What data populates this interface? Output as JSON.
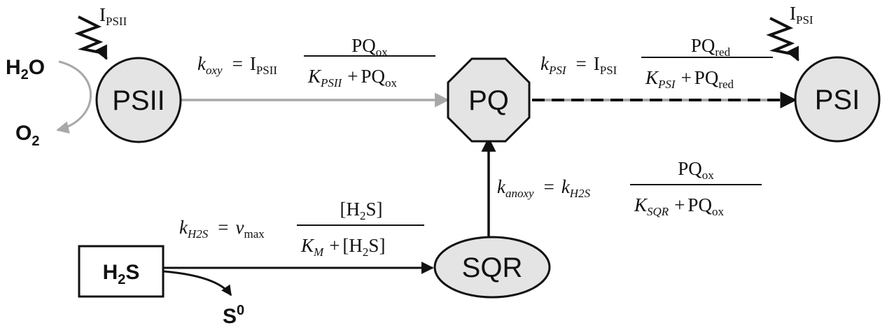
{
  "nodes": {
    "psii": "PSII",
    "pq": "PQ",
    "psi": "PSI",
    "sqr": "SQR",
    "h2s_box": {
      "main": "H",
      "sub": "2",
      "tail": "S"
    }
  },
  "chemicals": {
    "water": {
      "main": "H",
      "sub": "2",
      "tail": "O"
    },
    "oxygen": {
      "main": "O",
      "sub": "2"
    },
    "sulfur": {
      "main": "S",
      "sup": "0"
    }
  },
  "light": {
    "psii": {
      "main": "I",
      "sub": "PSII"
    },
    "psi": {
      "main": "I",
      "sub": "PSI"
    }
  },
  "equations": {
    "k_oxy": {
      "lhs_main": "k",
      "lhs_sub": "oxy",
      "eq": "=",
      "coef_main": "I",
      "coef_sub": "PSII",
      "num_main": "PQ",
      "num_sub": "ox",
      "den_k": "K",
      "den_k_sub": "PSII",
      "den_plus": "+",
      "den_main": "PQ",
      "den_sub": "ox"
    },
    "k_psi": {
      "lhs_main": "k",
      "lhs_sub": "PSI",
      "eq": "=",
      "coef_main": "I",
      "coef_sub": "PSI",
      "num_main": "PQ",
      "num_sub": "red",
      "den_k": "K",
      "den_k_sub": "PSI",
      "den_plus": "+",
      "den_main": "PQ",
      "den_sub": "red"
    },
    "k_anoxy": {
      "lhs_main": "k",
      "lhs_sub": "anoxy",
      "eq": "=",
      "coef_main": "k",
      "coef_sub": "H2S",
      "num_main": "PQ",
      "num_sub": "ox",
      "den_k": "K",
      "den_k_sub": "SQR",
      "den_plus": "+",
      "den_main": "PQ",
      "den_sub": "ox"
    },
    "k_h2s": {
      "lhs_main": "k",
      "lhs_sub": "H2S",
      "eq": "=",
      "coef_main": "v",
      "coef_sub": "max",
      "num_open": "[H",
      "num_sub": "2",
      "num_close": "S]",
      "den_k": "K",
      "den_k_sub": "M",
      "den_plus": "+",
      "den_open": "[H",
      "den_sub": "2",
      "den_close": "S]"
    }
  },
  "colors": {
    "ink": "#111111",
    "node_fill": "#e4e4e4",
    "arrow_gray": "#a8a8a8",
    "arrow_dark": "#111111"
  }
}
